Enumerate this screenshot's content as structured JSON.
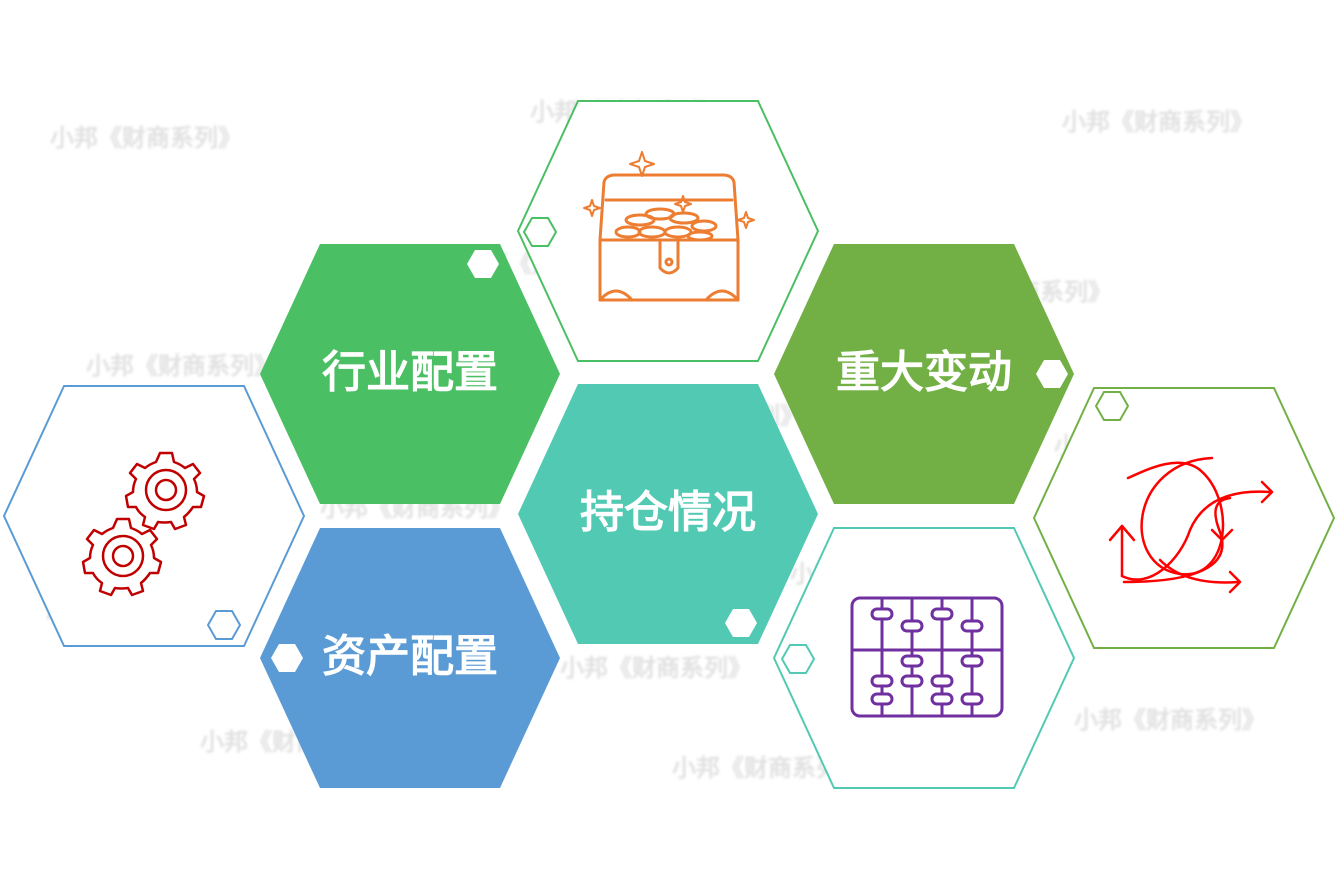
{
  "watermark": "小邦《财商系列》",
  "labels": {
    "industry": "行业配置",
    "holdings": "持仓情况",
    "major_change": "重大变动",
    "asset": "资产配置"
  },
  "colors": {
    "industry_fill": "#4bbf63",
    "holdings_fill": "#52c9b3",
    "major_change_fill": "#72b046",
    "asset_fill": "#5b9bd5",
    "treasure_icon": "#ed7d31",
    "gears_icon": "#c00000",
    "arrows_icon": "#ff0000",
    "abacus_icon": "#7030a0"
  },
  "icons": [
    "treasure-chest-icon",
    "gears-icon",
    "curved-arrows-icon",
    "abacus-icon"
  ]
}
